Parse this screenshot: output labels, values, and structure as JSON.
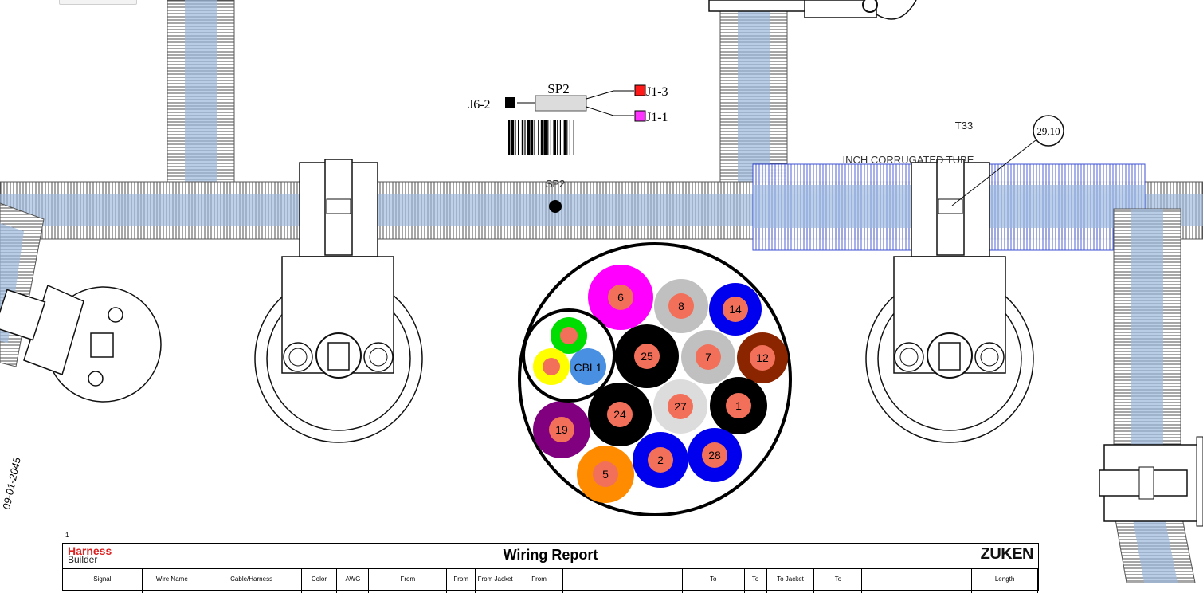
{
  "splice": {
    "name": "SP2",
    "left_pin": "J6-2",
    "right_pins": [
      {
        "label": "J1-3",
        "color": "#ff1a1a"
      },
      {
        "label": "J1-1",
        "color": "#ff33ff"
      }
    ],
    "node_label": "SP2"
  },
  "tube_label": "INCH CORRUGATED TUBE",
  "tag_label": "T33",
  "balloon_label": "29,10",
  "cable_label": "CBL1",
  "date_stamp": "09-01-2045",
  "bundle_wires": [
    {
      "num": "6",
      "color": "#ff00ff"
    },
    {
      "num": "8",
      "color": "#c0c0c0"
    },
    {
      "num": "14",
      "color": "#0000ee"
    },
    {
      "num": "25",
      "color": "#000000"
    },
    {
      "num": "7",
      "color": "#c0c0c0"
    },
    {
      "num": "12",
      "color": "#8b2500"
    },
    {
      "num": "24",
      "color": "#000000"
    },
    {
      "num": "27",
      "color": "#dcdcdc"
    },
    {
      "num": "1",
      "color": "#000000"
    },
    {
      "num": "19",
      "color": "#800080"
    },
    {
      "num": "2",
      "color": "#0000ee"
    },
    {
      "num": "28",
      "color": "#0000ee"
    },
    {
      "num": "5",
      "color": "#ff8c00"
    }
  ],
  "cable_wires": [
    {
      "color": "#00dd00"
    },
    {
      "color": "#ffff00"
    },
    {
      "color": "#4a90e2"
    }
  ],
  "colors": {
    "core": "#f2705a",
    "tube_highlight": "#9bb8dd",
    "tube_selected": "#2a3fcf"
  },
  "report": {
    "logo_top": "Harness",
    "logo_bottom": "Builder",
    "title": "Wiring Report",
    "brand": "ZUKEN",
    "page_number": "1",
    "columns": [
      "Signal",
      "Wire Name",
      "Cable/Harness",
      "Color",
      "AWG",
      "From",
      "From",
      "From Jacket",
      "From",
      "",
      "To",
      "To",
      "To Jacket",
      "To",
      "",
      "Length"
    ]
  }
}
